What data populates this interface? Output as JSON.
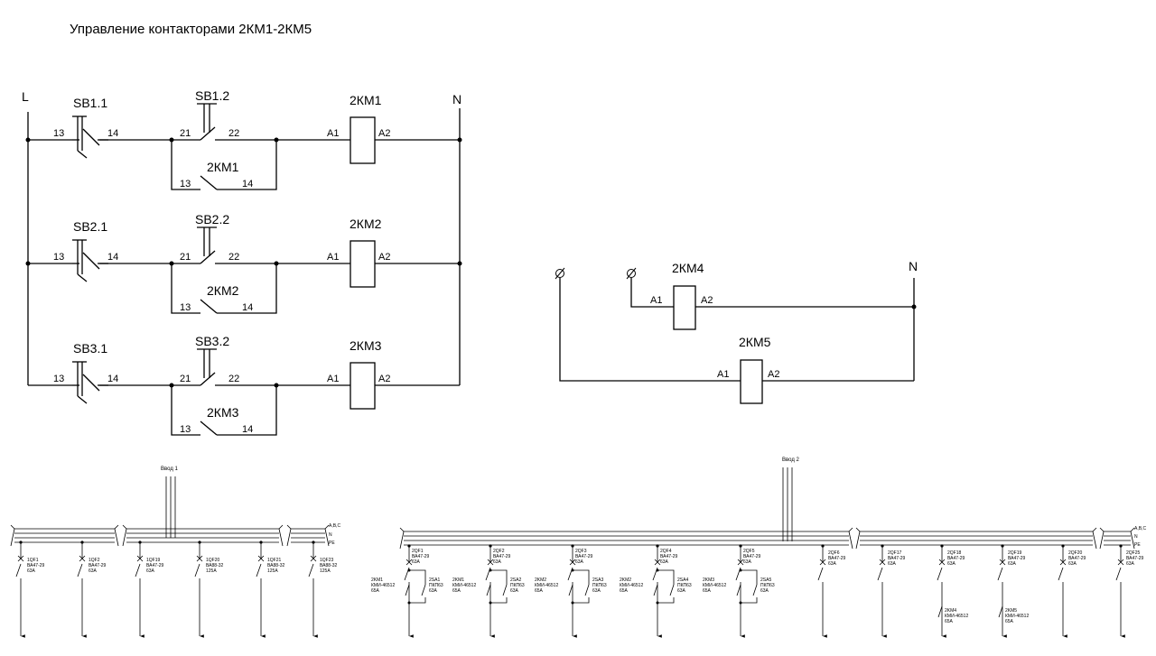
{
  "title": "Управление контакторами 2КМ1-2КМ5",
  "circuit": {
    "line_label": "L",
    "neutral_label": "N",
    "rungs": [
      {
        "stop_button": "SB1.1",
        "start_button": "SB1.2",
        "coil": "2КМ1",
        "holding_contact": "2КМ1"
      },
      {
        "stop_button": "SB2.1",
        "start_button": "SB2.2",
        "coil": "2КМ2",
        "holding_contact": "2КМ2"
      },
      {
        "stop_button": "SB3.1",
        "start_button": "SB3.2",
        "coil": "2КМ3",
        "holding_contact": "2КМ3"
      }
    ],
    "pins": {
      "stop_in": "13",
      "stop_out": "14",
      "start_in": "21",
      "start_out": "22",
      "hold_in": "13",
      "hold_out": "14",
      "coil_a1": "A1",
      "coil_a2": "A2"
    }
  },
  "circuit2": {
    "neutral_label": "N",
    "coils": [
      {
        "name": "2КМ4",
        "a1": "A1",
        "a2": "A2"
      },
      {
        "name": "2КМ5",
        "a1": "A1",
        "a2": "A2"
      }
    ]
  },
  "panel1": {
    "input_label": "Ввод 1",
    "bus_labels": [
      "A,B,C",
      "N",
      "PE"
    ],
    "feeders": [
      {
        "name": "1QF1",
        "type": "ВА47-29",
        "rating": "63A"
      },
      {
        "name": "1QF2",
        "type": "ВА47-29",
        "rating": "63A"
      },
      {
        "name": "1QF19",
        "type": "ВА47-29",
        "rating": "63A"
      },
      {
        "name": "1QF20",
        "type": "ВА88-32",
        "rating": "125A"
      },
      {
        "name": "1QF21",
        "type": "ВА88-32",
        "rating": "125A"
      },
      {
        "name": "1QF23",
        "type": "ВА88-32",
        "rating": "125A"
      }
    ]
  },
  "panel2": {
    "input_label": "Ввод 2",
    "bus_labels": [
      "A,B,C",
      "N",
      "PE"
    ],
    "motor_feeders": [
      {
        "breaker": "2QF1",
        "type": "ВА47-29",
        "rating": "63A",
        "contactor": "2KM1",
        "contactor_type": "КМИ-46512",
        "contactor_rating": "65A",
        "switch": "2SA1",
        "switch_type": "ПКП63",
        "switch_rating": "63A"
      },
      {
        "breaker": "2QF2",
        "type": "ВА47-29",
        "rating": "63A",
        "contactor": "2KM1",
        "contactor_type": "КМИ-46512",
        "contactor_rating": "65A",
        "switch": "2SA2",
        "switch_type": "ПКП63",
        "switch_rating": "63A"
      },
      {
        "breaker": "2QF3",
        "type": "ВА47-29",
        "rating": "63A",
        "contactor": "2KM2",
        "contactor_type": "КМИ-46512",
        "contactor_rating": "65A",
        "switch": "2SA3",
        "switch_type": "ПКП63",
        "switch_rating": "63A"
      },
      {
        "breaker": "2QF4",
        "type": "ВА47-29",
        "rating": "63A",
        "contactor": "2KM2",
        "contactor_type": "КМИ-46512",
        "contactor_rating": "65A",
        "switch": "2SA4",
        "switch_type": "ПКП63",
        "switch_rating": "63A"
      },
      {
        "breaker": "2QF5",
        "type": "ВА47-29",
        "rating": "63A",
        "contactor": "2KM3",
        "contactor_type": "КМИ-46512",
        "contactor_rating": "65A",
        "switch": "2SA5",
        "switch_type": "ПКП63",
        "switch_rating": "63A"
      }
    ],
    "feeders": [
      {
        "breaker": "2QF6",
        "type": "ВА47-29",
        "rating": "63A"
      },
      {
        "breaker": "2QF17",
        "type": "ВА47-29",
        "rating": "63A"
      },
      {
        "breaker": "2QF18",
        "type": "ВА47-29",
        "rating": "63A",
        "contactor": "2KM4",
        "contactor_type": "КМИ-46512",
        "contactor_rating": "65A"
      },
      {
        "breaker": "2QF19",
        "type": "ВА47-29",
        "rating": "63A",
        "contactor": "2KM5",
        "contactor_type": "КМИ-46512",
        "contactor_rating": "65A"
      },
      {
        "breaker": "2QF20",
        "type": "ВА47-29",
        "rating": "63A"
      },
      {
        "breaker": "2QF25",
        "type": "ВА47-29",
        "rating": "63A"
      }
    ]
  }
}
